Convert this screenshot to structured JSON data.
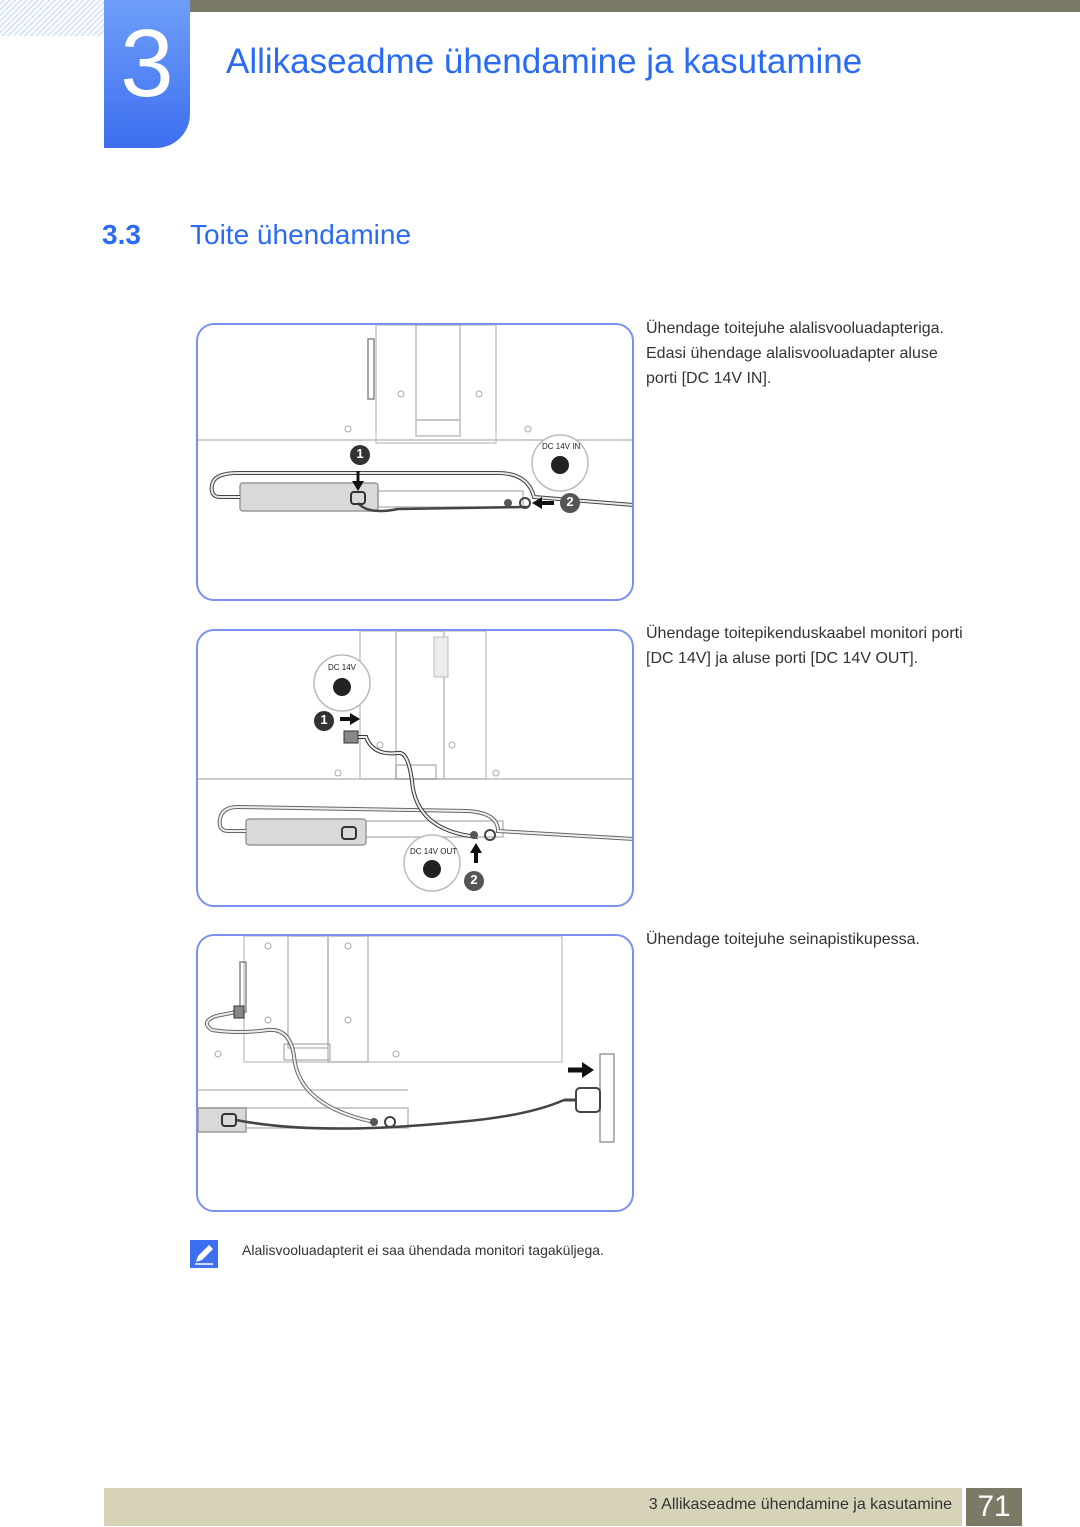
{
  "header": {
    "chapter_number": "3",
    "chapter_title": "Allikaseadme ühendamine ja kasutamine"
  },
  "section": {
    "number": "3.3",
    "title": "Toite ühendamine"
  },
  "steps": [
    {
      "text_lines": [
        "Ühendage toitejuhe alalisvooluadapteriga.",
        "Edasi ühendage alalisvooluadapter aluse",
        "porti [DC 14V IN]."
      ],
      "port_label": "DC 14V IN",
      "markers": [
        "1",
        "2"
      ]
    },
    {
      "text_lines": [
        "Ühendage toitepikenduskaabel monitori porti",
        "[DC 14V] ja aluse porti [DC 14V OUT]."
      ],
      "port_label_top": "DC 14V",
      "port_label_bottom": "DC 14V OUT",
      "markers": [
        "1",
        "2"
      ]
    },
    {
      "text_lines": [
        "Ühendage toitejuhe seinapistikupessa."
      ]
    }
  ],
  "note": {
    "icon": "note-pencil-icon",
    "text": "Alalisvooluadapterit ei saa ühendada monitori tagaküljega."
  },
  "footer": {
    "label": "3 Allikaseadme ühendamine ja kasutamine",
    "page_number": "71"
  },
  "colors": {
    "accent_blue": "#2a6bf5",
    "panel_border": "#7b90f0",
    "band": "#7b7a66",
    "footer_bar": "#d6d3b9"
  }
}
